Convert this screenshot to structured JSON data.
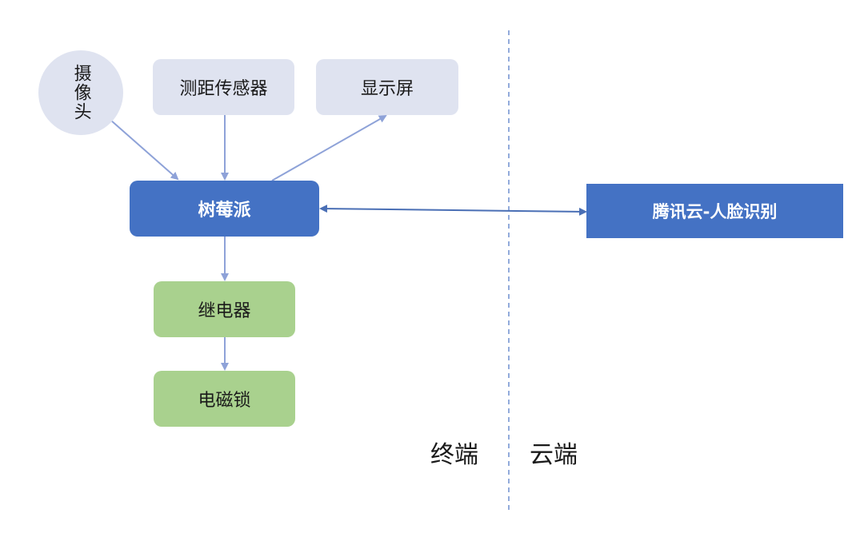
{
  "nodes": {
    "camera": "摄像头",
    "range_sensor": "测距传感器",
    "display": "显示屏",
    "raspberry_pi": "树莓派",
    "relay": "继电器",
    "magnetic_lock": "电磁锁",
    "cloud_service": "腾讯云-人脸识别"
  },
  "regions": {
    "terminal": "终端",
    "cloud": "云端"
  },
  "colors": {
    "box_light": "#dfe3f0",
    "box_blue": "#4472c4",
    "box_green": "#a9d18e",
    "arrow": "#8ea2d8",
    "divider": "#6f8fcf"
  }
}
